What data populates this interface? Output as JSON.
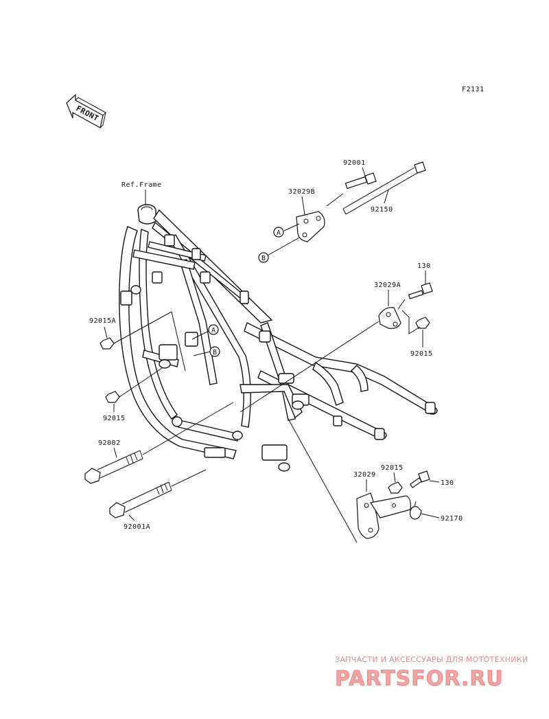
{
  "diagram": {
    "code": "F2131",
    "front_label": "FRONT",
    "ref_label": "Ref.Frame",
    "parts": {
      "p92001": "92001",
      "p32029B": "32029B",
      "p92150": "92150",
      "p130a": "130",
      "p32029A": "32029A",
      "p92015a": "92015",
      "p92015A": "92015A",
      "p92015b": "92015",
      "p92002": "92002",
      "p92001A": "92001A",
      "p32029": "32029",
      "p92015c": "92015",
      "p130b": "130",
      "p92170": "92170"
    },
    "markers": {
      "A": "A",
      "B": "B"
    }
  },
  "watermark": {
    "tagline": "ЗАПЧАСТИ И АКСЕССУАРЫ ДЛЯ МОТОТЕХНИКИ",
    "brand": "PARTSFOR.RU"
  }
}
